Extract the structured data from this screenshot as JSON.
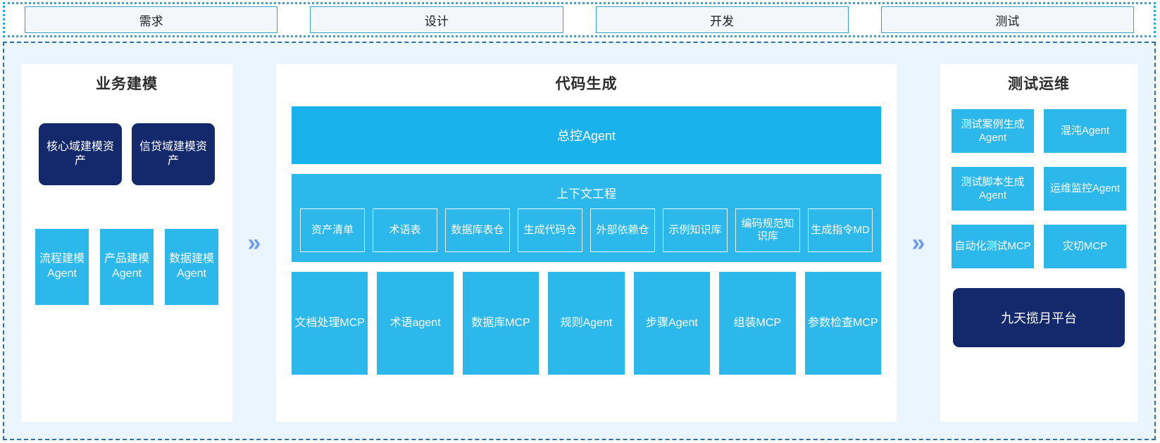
{
  "phases": {
    "items": [
      {
        "label": "需求"
      },
      {
        "label": "设计"
      },
      {
        "label": "开发"
      },
      {
        "label": "测试"
      }
    ]
  },
  "arrows": {
    "glyph": "»",
    "color": "#6f9bf0"
  },
  "colors": {
    "accent_blue": "#2cb8ea",
    "master_blue": "#19b2ec",
    "navy": "#13296b",
    "panel_bg": "#eaf5fd",
    "phase_border": "#29abe2",
    "phase_fill": "#f3f7fa",
    "body_border": "#2f6fa8"
  },
  "left_panel": {
    "title": "业务建模",
    "assets": [
      {
        "label": "核心域建模资产"
      },
      {
        "label": "信贷域建模资产"
      }
    ],
    "agents": [
      {
        "label": "流程建模Agent"
      },
      {
        "label": "产品建模Agent"
      },
      {
        "label": "数据建模Agent"
      }
    ]
  },
  "mid_panel": {
    "title": "代码生成",
    "master_agent": "总控Agent",
    "context": {
      "title": "上下文工程",
      "items": [
        {
          "label": "资产清单"
        },
        {
          "label": "术语表"
        },
        {
          "label": "数据库表仓"
        },
        {
          "label": "生成代码仓"
        },
        {
          "label": "外部依赖仓"
        },
        {
          "label": "示例知识库"
        },
        {
          "label": "编码规范知识库"
        },
        {
          "label": "生成指令MD"
        }
      ]
    },
    "tools": [
      {
        "label": "文档处理MCP"
      },
      {
        "label": "术语agent"
      },
      {
        "label": "数据库MCP"
      },
      {
        "label": "规则Agent"
      },
      {
        "label": "步骤Agent"
      },
      {
        "label": "组装MCP"
      },
      {
        "label": "参数检查MCP"
      }
    ]
  },
  "right_panel": {
    "title": "测试运维",
    "items": [
      {
        "label": "测试案例生成Agent"
      },
      {
        "label": "混沌Agent"
      },
      {
        "label": "测试脚本生成Agent"
      },
      {
        "label": "运维监控Agent"
      },
      {
        "label": "自动化测试MCP"
      },
      {
        "label": "灾切MCP"
      }
    ],
    "platform": "九天揽月平台"
  }
}
